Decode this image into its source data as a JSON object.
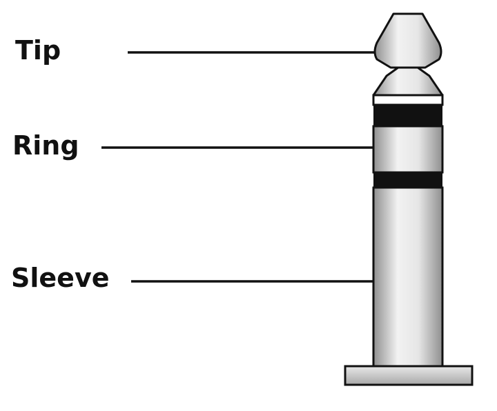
{
  "labels": {
    "tip": "Tip",
    "ring": "Ring",
    "sleeve": "Sleeve"
  },
  "colors": {
    "outline": "#111111",
    "metal_light": "#f2f2f2",
    "metal_mid": "#c8c8c8",
    "metal_dark": "#8f8f8f",
    "insulator": "#111111"
  }
}
